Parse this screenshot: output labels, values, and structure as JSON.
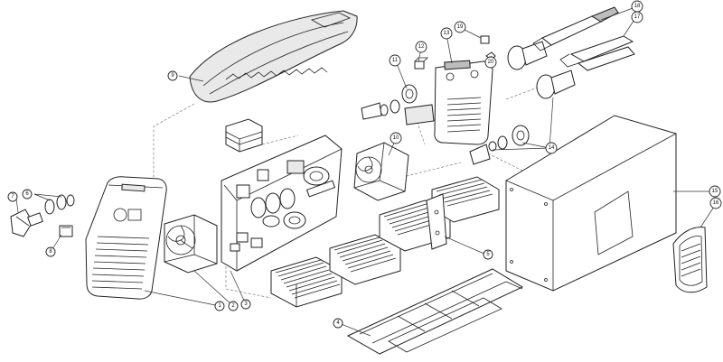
{
  "callouts": [
    {
      "id": "1"
    },
    {
      "id": "2"
    },
    {
      "id": "3"
    },
    {
      "id": "4"
    },
    {
      "id": "5"
    },
    {
      "id": "6"
    },
    {
      "id": "7"
    },
    {
      "id": "8"
    },
    {
      "id": "9"
    },
    {
      "id": "10"
    },
    {
      "id": "11"
    },
    {
      "id": "12"
    },
    {
      "id": "13"
    },
    {
      "id": "14"
    },
    {
      "id": "15"
    },
    {
      "id": "16"
    },
    {
      "id": "17"
    },
    {
      "id": "18"
    },
    {
      "id": "19"
    },
    {
      "id": "20"
    }
  ]
}
